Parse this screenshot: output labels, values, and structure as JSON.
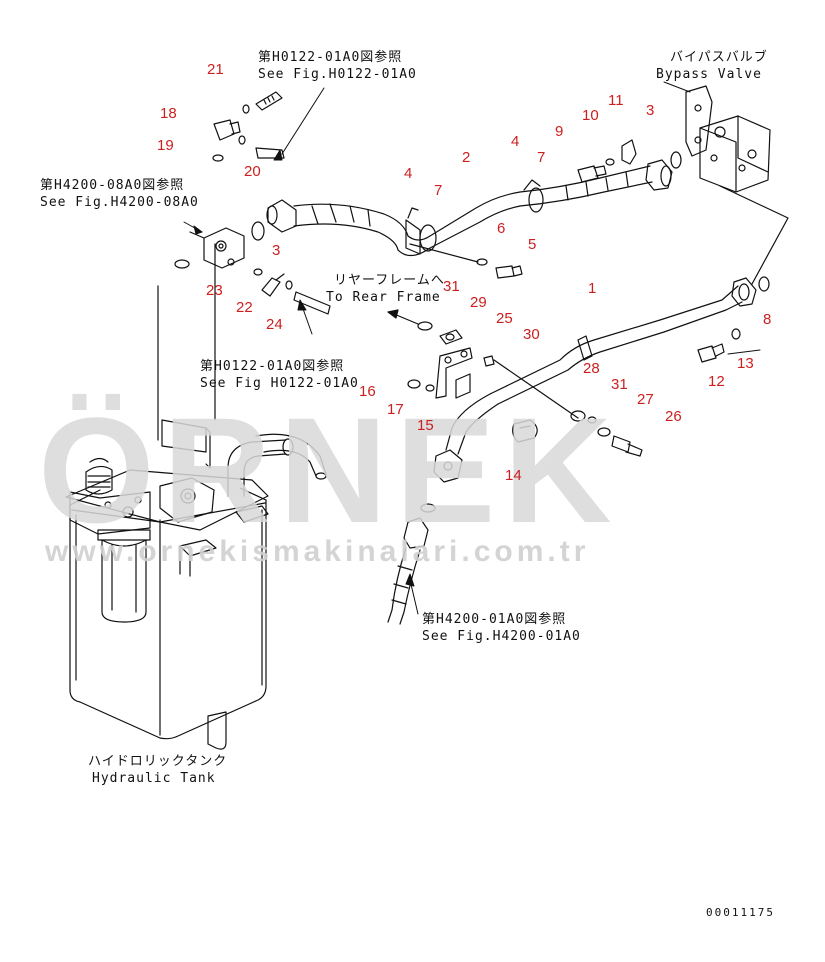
{
  "references": {
    "h0122_top_jp": "第H0122-01A0図参照",
    "h0122_top_en": "See Fig.H0122-01A0",
    "h4200_08_jp": "第H4200-08A0図参照",
    "h4200_08_en": "See Fig.H4200-08A0",
    "h0122_mid_jp": "第H0122-01A0図参照",
    "h0122_mid_en": "See Fig H0122-01A0",
    "h4200_01_jp": "第H4200-01A0図参照",
    "h4200_01_en": "See Fig.H4200-01A0"
  },
  "assemblies": {
    "bypass_valve_jp": "バイパスバルブ",
    "bypass_valve_en": "Bypass Valve",
    "rear_frame_jp": "リヤーフレームへ",
    "rear_frame_en": "To Rear Frame",
    "hydraulic_tank_jp": "ハイドロリックタンク",
    "hydraulic_tank_en": "Hydraulic Tank"
  },
  "part_numbers": {
    "p1": "1",
    "p2": "2",
    "p3a": "3",
    "p3b": "3",
    "p4a": "4",
    "p4b": "4",
    "p5": "5",
    "p6": "6",
    "p7a": "7",
    "p7b": "7",
    "p8": "8",
    "p9": "9",
    "p10": "10",
    "p11": "11",
    "p12": "12",
    "p13": "13",
    "p14": "14",
    "p15": "15",
    "p16": "16",
    "p17": "17",
    "p18": "18",
    "p19": "19",
    "p20": "20",
    "p21": "21",
    "p22": "22",
    "p23": "23",
    "p24": "24",
    "p25": "25",
    "p26": "26",
    "p27": "27",
    "p28": "28",
    "p29": "29",
    "p30": "30",
    "p31a": "31",
    "p31b": "31"
  },
  "watermark": {
    "brand": "ÖRNEK",
    "site": "www.ornekismakinalari.com.tr"
  },
  "drawing_code": "00011175",
  "colors": {
    "line": "#111111",
    "callout": "#cc2020",
    "watermark": "#d9d9d9"
  }
}
